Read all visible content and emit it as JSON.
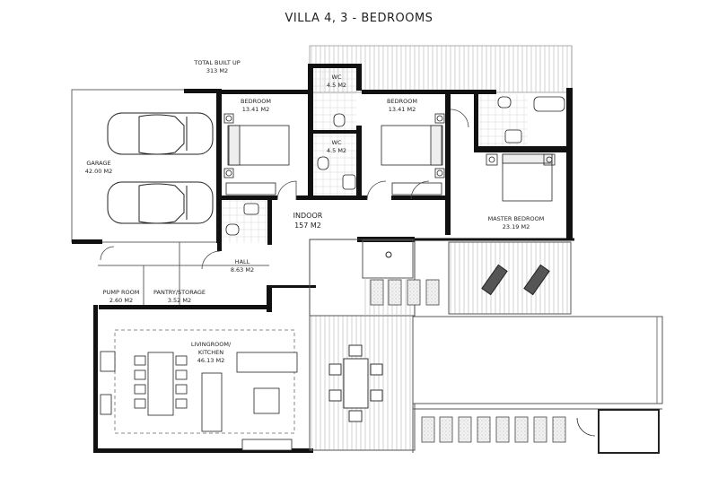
{
  "title": "VILLA 4, 3 - BEDROOMS",
  "summary": {
    "total_built_up_label": "TOTAL BUILT UP",
    "total_built_up_area": "313 M2",
    "indoor_label": "INDOOR",
    "indoor_area": "157 M2"
  },
  "rooms": {
    "garage": {
      "name": "GARAGE",
      "area": "42.00 M2"
    },
    "bedroom1": {
      "name": "BEDROOM",
      "area": "13.41 M2"
    },
    "wc1": {
      "name": "WC",
      "area": "4.5 M2"
    },
    "wc2": {
      "name": "WC",
      "area": "4.5 M2"
    },
    "bedroom2": {
      "name": "BEDROOM",
      "area": "13.41 M2"
    },
    "master": {
      "name": "MASTER BEDROOM",
      "area": "23.19 M2"
    },
    "hall": {
      "name": "HALL",
      "area": "8.63 M2"
    },
    "pump": {
      "name": "PUMP ROOM",
      "area": "2.60 M2"
    },
    "pantry": {
      "name": "PANTRY/STORAGE",
      "area": "3.52 M2"
    },
    "living": {
      "name": "LIVINGROOM/",
      "name2": "KITCHEN",
      "area": "46.13 M2"
    }
  },
  "colors": {
    "wall": "#111111",
    "line": "#555555",
    "deck": "#bdbdbd",
    "bed_pad": "#d9d9d9"
  }
}
